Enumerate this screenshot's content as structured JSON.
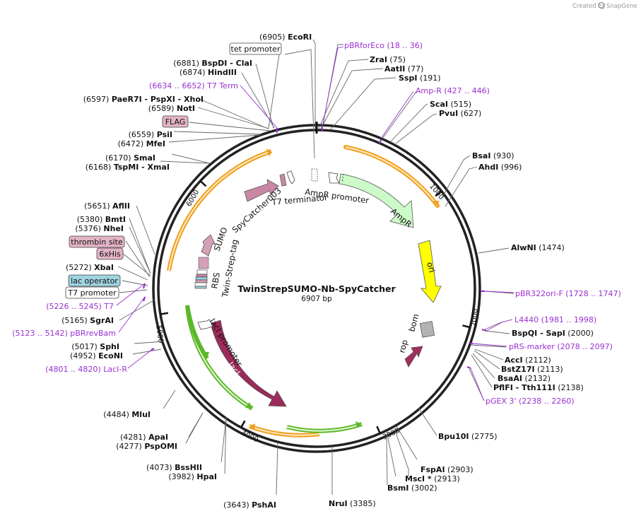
{
  "credit": {
    "created_by": "Created by",
    "brand": "SnapGene"
  },
  "map": {
    "name": "TwinStrepSUMO-Nb-SpyCatcher",
    "length_label": "6907 bp",
    "length_bp": 6907
  },
  "ticks": [
    {
      "bp": 1000,
      "label": "1000"
    },
    {
      "bp": 2000,
      "label": "2000"
    },
    {
      "bp": 3000,
      "label": "3000"
    },
    {
      "bp": 4000,
      "label": "4000"
    },
    {
      "bp": 5000,
      "label": "5000"
    },
    {
      "bp": 6000,
      "label": "6000"
    }
  ],
  "enzymes": [
    {
      "pos": "(6905)",
      "name": "EcoRI"
    },
    {
      "pos": "(75)",
      "name": "ZraI"
    },
    {
      "pos": "(77)",
      "name": "AatII"
    },
    {
      "pos": "(191)",
      "name": "SspI"
    },
    {
      "pos": "(515)",
      "name": "ScaI"
    },
    {
      "pos": "(627)",
      "name": "PvuI"
    },
    {
      "pos": "(930)",
      "name": "BsaI"
    },
    {
      "pos": "(996)",
      "name": "AhdI"
    },
    {
      "pos": "(1474)",
      "name": "AlwNI"
    },
    {
      "pos": "(2000)",
      "name": "BspQI  - SapI"
    },
    {
      "pos": "(2112)",
      "name": "AccI"
    },
    {
      "pos": "(2113)",
      "name": "BstZ17I"
    },
    {
      "pos": "(2132)",
      "name": "BsaAI"
    },
    {
      "pos": "(2138)",
      "name": "PflFI  - Tth111I"
    },
    {
      "pos": "(2775)",
      "name": "Bpu10I"
    },
    {
      "pos": "(2903)",
      "name": "FspAI"
    },
    {
      "pos": "(2913)",
      "name": "MscI *"
    },
    {
      "pos": "(3002)",
      "name": "BsmI"
    },
    {
      "pos": "(3385)",
      "name": "NruI"
    },
    {
      "pos": "(3643)",
      "name": "PshAI"
    },
    {
      "pos": "(3982)",
      "name": "HpaI"
    },
    {
      "pos": "(4073)",
      "name": "BssHII"
    },
    {
      "pos": "(4277)",
      "name": "PspOMI"
    },
    {
      "pos": "(4281)",
      "name": "ApaI"
    },
    {
      "pos": "(4484)",
      "name": "MluI"
    },
    {
      "pos": "(4952)",
      "name": "EcoNI"
    },
    {
      "pos": "(5017)",
      "name": "SphI"
    },
    {
      "pos": "(5165)",
      "name": "SgrAI"
    },
    {
      "pos": "(5272)",
      "name": "XbaI"
    },
    {
      "pos": "(5376)",
      "name": "NheI"
    },
    {
      "pos": "(5380)",
      "name": "BmtI"
    },
    {
      "pos": "(5651)",
      "name": "AflII"
    },
    {
      "pos": "(6168)",
      "name": "TspMI  - XmaI"
    },
    {
      "pos": "(6170)",
      "name": "SmaI"
    },
    {
      "pos": "(6472)",
      "name": "MfeI"
    },
    {
      "pos": "(6559)",
      "name": "PsiI"
    },
    {
      "pos": "(6589)",
      "name": "NotI"
    },
    {
      "pos": "(6597)",
      "name": "PaeR7I  - PspXI  - XhoI"
    },
    {
      "pos": "(6874)",
      "name": "HindIII"
    },
    {
      "pos": "(6881)",
      "name": "BspDI  - ClaI"
    }
  ],
  "primers": [
    {
      "name": "pBRforEco",
      "range": "(18 .. 36)"
    },
    {
      "name": "Amp-R",
      "range": "(427 .. 446)"
    },
    {
      "name": "pBR322ori-F",
      "range": "(1728 .. 1747)"
    },
    {
      "name": "L4440",
      "range": "(1981 .. 1998)"
    },
    {
      "name": "pRS-marker",
      "range": "(2078 .. 2097)"
    },
    {
      "name": "pGEX 3'",
      "range": "(2238 .. 2260)"
    },
    {
      "name": "LacI-R",
      "range": "(4801 .. 4820)"
    },
    {
      "name": "pBRrevBam",
      "range": "(5123 .. 5142)"
    },
    {
      "name": "T7",
      "range": "(5226 .. 5245)"
    },
    {
      "name": "T7 Term",
      "range": "(6634 .. 6652)"
    }
  ],
  "boxed_features": [
    {
      "label": "tet promoter",
      "fill": "#ffffff"
    },
    {
      "label": "FLAG",
      "fill": "#e3b3c6"
    },
    {
      "label": "thrombin site",
      "fill": "#e3b3c6"
    },
    {
      "label": "6xHis",
      "fill": "#e3b3c6"
    },
    {
      "label": "lac operator",
      "fill": "#9fd3e0"
    },
    {
      "label": "T7 promoter",
      "fill": "#ffffff"
    }
  ],
  "features": {
    "ampr": "AmpR",
    "ampr_promoter": "AmpR promoter",
    "ori": "ori",
    "bom": "bom",
    "rop": "rop",
    "laci": "lacI",
    "laci_promoter": "lacI promoter",
    "spycatcher": "SpyCatcher003",
    "t7_terminator": "T7 terminator",
    "sumo": "SUMO",
    "rbs": "RBS",
    "twin_strep_tag": "Twin-Strep-tag"
  },
  "colors": {
    "ampr": "#ccfac8",
    "ori": "#ffff00",
    "bom": "#b3b3b3",
    "rop": "#a12e5f",
    "laci": "#9c2a5a",
    "spycatcher": "#c888a5",
    "sumo": "#d4a0b8",
    "orf_orange": "#f0a020",
    "orf_green": "#5cb82a",
    "primer": "#9a2fd2"
  }
}
